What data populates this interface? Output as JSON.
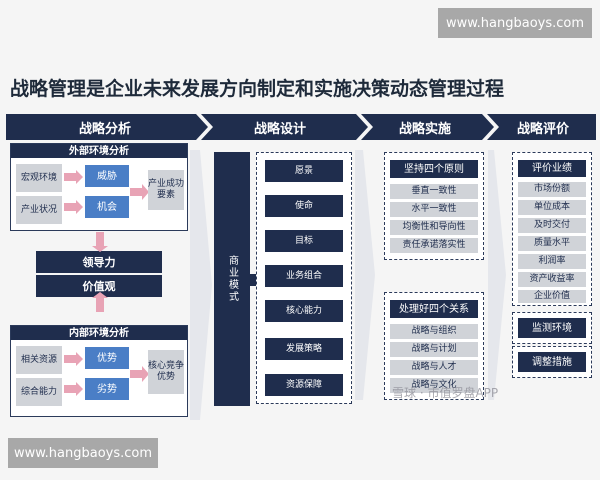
{
  "watermark_top": "www.hangbaoys.com",
  "watermark_bottom": "www.hangbaoys.com",
  "title": "战略管理是企业未来发展方向制定和实施决策动态管理过程",
  "stages": [
    "战略分析",
    "战略设计",
    "战略实施",
    "战略评价"
  ],
  "analysis": {
    "external_header": "外部环境分析",
    "external_left": [
      "宏观环境",
      "产业状况"
    ],
    "threat": "威胁",
    "opportunity": "机会",
    "external_result": "产业成功要素",
    "leadership": "领导力",
    "values": "价值观",
    "internal_header": "内部环境分析",
    "internal_left": [
      "相关资源",
      "综合能力"
    ],
    "strength": "优势",
    "weakness": "劣势",
    "internal_result": "核心竞争优势"
  },
  "design": {
    "business_model": "商业模式",
    "items": [
      "愿景",
      "使命",
      "目标",
      "业务组合",
      "核心能力",
      "发展策略",
      "资源保障"
    ]
  },
  "implementation": {
    "principles_header": "坚持四个原则",
    "principles": [
      "垂直一致性",
      "水平一致性",
      "均衡性和导向性",
      "责任承诺落实性"
    ],
    "relations_header": "处理好四个关系",
    "relations": [
      "战略与组织",
      "战略与计划",
      "战略与人才",
      "战略与文化"
    ]
  },
  "evaluation": {
    "kpi_header": "评价业绩",
    "kpis": [
      "市场份额",
      "单位成本",
      "及时交付",
      "质量水平",
      "利润率",
      "资产收益率",
      "企业价值"
    ],
    "monitor": "监测环境",
    "adjust": "调整措施"
  },
  "source_watermark": "雪球 · 市值罗盘APP",
  "colors": {
    "navy": "#1f2d4d",
    "blue": "#4a7ec6",
    "pink": "#e8a3b5",
    "grey": "#d0d3d8"
  }
}
